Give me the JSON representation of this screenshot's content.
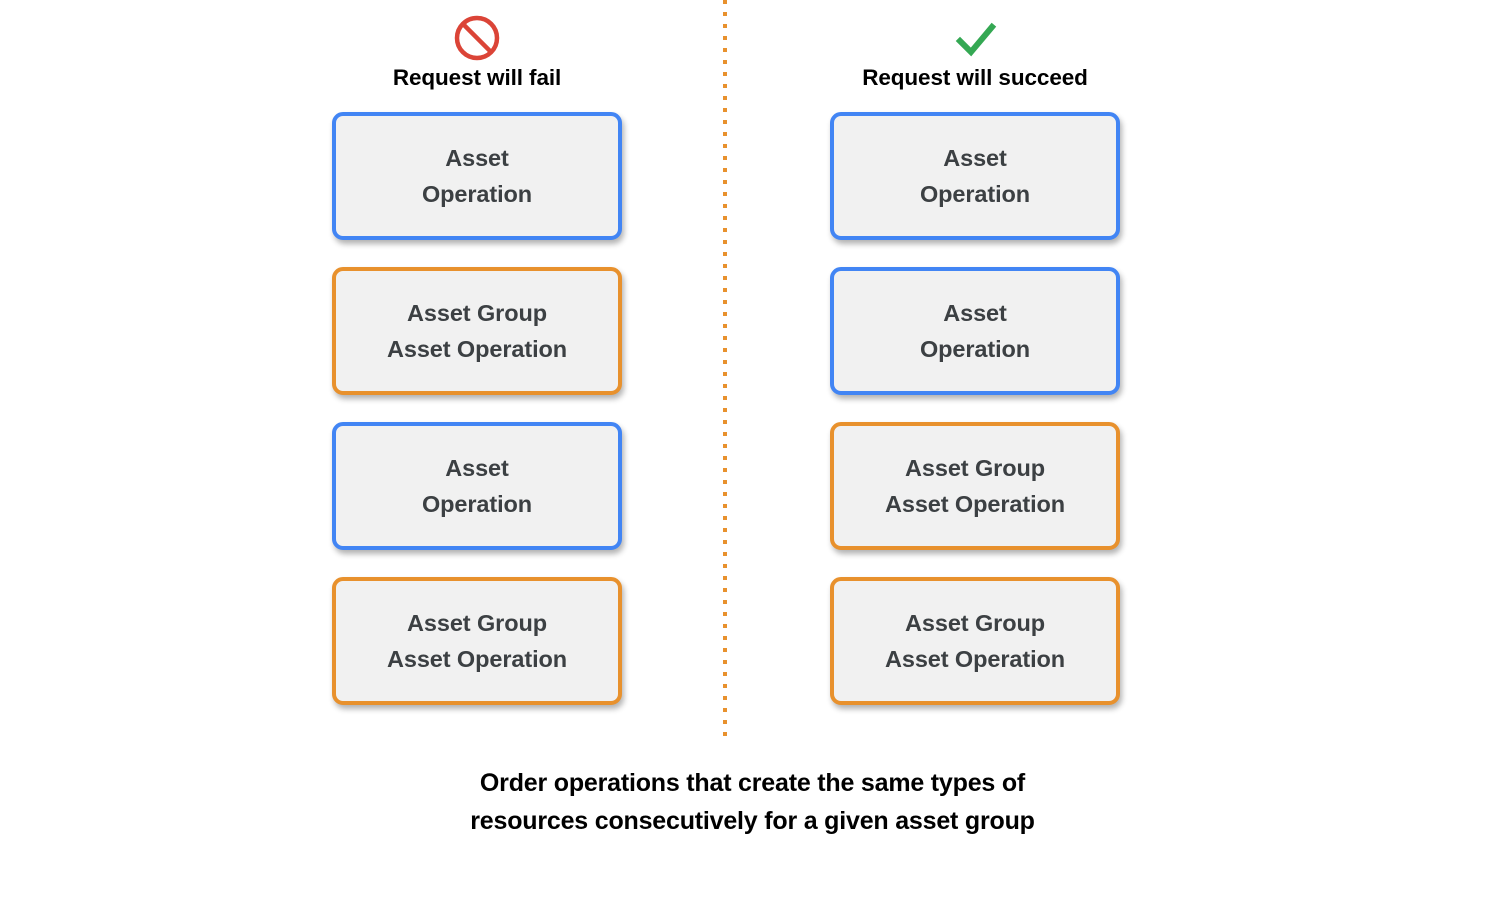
{
  "background": "#ffffff",
  "colors": {
    "asset_border": "#4285F4",
    "asset_group_border": "#E8912D",
    "box_fill": "#F1F1F1",
    "box_text": "#3C4043",
    "fail_icon": "#DB4437",
    "succeed_icon": "#34A853",
    "divider": "#E8912D",
    "heading_text": "#000000"
  },
  "divider": {
    "style": "dotted-vertical",
    "color": "#E8912D"
  },
  "columns": [
    {
      "id": "fail",
      "icon": "prohibition-icon",
      "icon_color": "#DB4437",
      "title": "Request will fail",
      "boxes": [
        {
          "type": "asset",
          "label": "Asset\nOperation"
        },
        {
          "type": "asset-group",
          "label": "Asset Group\nAsset Operation"
        },
        {
          "type": "asset",
          "label": "Asset\nOperation"
        },
        {
          "type": "asset-group",
          "label": "Asset Group\nAsset Operation"
        }
      ]
    },
    {
      "id": "succeed",
      "icon": "checkmark-icon",
      "icon_color": "#34A853",
      "title": "Request will succeed",
      "boxes": [
        {
          "type": "asset",
          "label": "Asset\nOperation"
        },
        {
          "type": "asset",
          "label": "Asset\nOperation"
        },
        {
          "type": "asset-group",
          "label": "Asset Group\nAsset Operation"
        },
        {
          "type": "asset-group",
          "label": "Asset Group\nAsset Operation"
        }
      ]
    }
  ],
  "caption": "Order operations that create the same types of\nresources consecutively for a given asset group"
}
